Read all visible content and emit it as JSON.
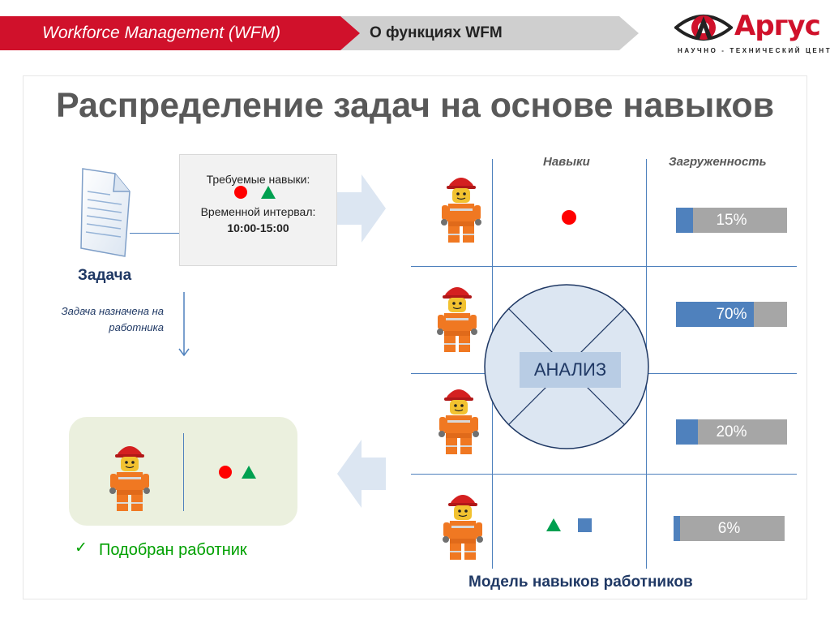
{
  "header": {
    "breadcrumb_primary": "Workforce Management (WFM)",
    "breadcrumb_secondary": "О функциях WFM"
  },
  "logo": {
    "name": "Аргус",
    "tagline": "НАУЧНО - ТЕХНИЧЕСКИЙ ЦЕНТР"
  },
  "title": "Распределение задач на основе навыков",
  "task": {
    "required_skills_label": "Требуемые навыки:",
    "time_interval_label": "Временной интервал:",
    "time_interval_value": "10:00-15:00",
    "label": "Задача",
    "assigned_note": "Задача назначена на работника"
  },
  "matrix": {
    "skills_header": "Навыки",
    "load_header": "Загруженность",
    "analysis_label": "АНАЛИЗ",
    "workers": [
      {
        "skills": [
          "circle"
        ],
        "load_percent": 15,
        "load_label": "15%"
      },
      {
        "skills": [],
        "load_percent": 70,
        "load_label": "70%"
      },
      {
        "skills": [],
        "load_percent": 20,
        "load_label": "20%"
      },
      {
        "skills": [
          "triangle",
          "square"
        ],
        "load_percent": 6,
        "load_label": "6%"
      }
    ],
    "footer_label": "Модель навыков работников"
  },
  "result": {
    "skills": [
      "circle",
      "triangle"
    ],
    "label": "Подобран работник",
    "check_glyph": "✓"
  },
  "colors": {
    "brand_red": "#d0112b",
    "accent_blue": "#4f81bd",
    "load_bg": "#a6a6a6",
    "skill_circle": "#ff0000",
    "skill_triangle": "#00a050",
    "text_navy": "#1f3864"
  }
}
